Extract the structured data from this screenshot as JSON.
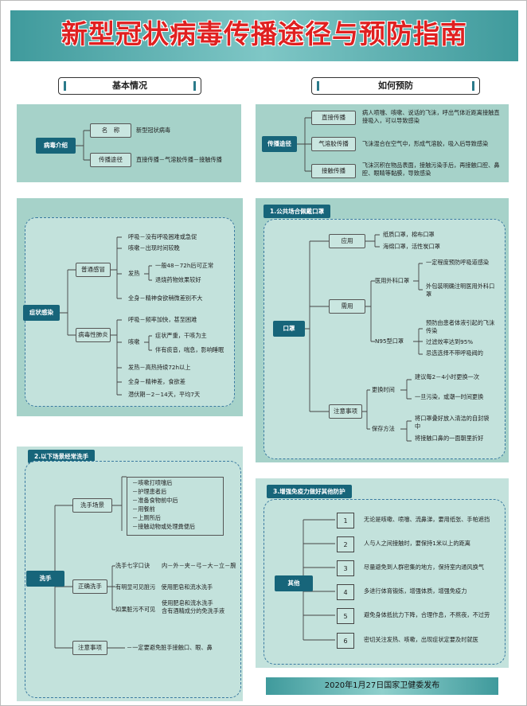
{
  "title": "新型冠状病毒传播途径与预防指南",
  "headings": {
    "basic": "基本情况",
    "prevent": "如何预防"
  },
  "virus_intro": {
    "root": "病毒介绍",
    "name_label": "名　称",
    "name_value": "新型冠状病毒",
    "route_label": "传播途径",
    "route_value": "直接传播－气溶胶传播－接触传播"
  },
  "routes": {
    "root": "传播途径",
    "direct": "直接传播",
    "direct_desc": "病人喷嚏、咳嗽、说话的飞沫，呼出气体近距离接触直接吸入，可以导致感染",
    "aerosol": "气溶胶传播",
    "aerosol_desc": "飞沫混合在空气中，形成气溶胶，吸入后导致感染",
    "contact": "接触传播",
    "contact_desc": "飞沫沉积在物品表面，接触污染手后，再接触口腔、鼻腔、眼睛等黏膜，导致感染"
  },
  "symptoms": {
    "root": "症状感染",
    "common": "普通感冒",
    "common_items": [
      "呼吸－没有呼吸困难或急促",
      "咳嗽－出现时间较晚",
      "发热",
      "全身－精神食欲稍微差别不大"
    ],
    "common_fever": [
      "一般48－72h后可正常",
      "退烧药物效果较好"
    ],
    "viral": "病毒性肺炎",
    "viral_items": [
      "呼吸－频率加快，甚至困难",
      "咳嗽",
      "发热－高热持续72h以上",
      "全身－精神差，食欲差",
      "潜伏期－2－14天，平均7天"
    ],
    "viral_cough": [
      "症状严重，干咳为主",
      "伴有痰音，喘息，影响睡眠"
    ]
  },
  "mask": {
    "tag": "1.公共场合佩戴口罩",
    "root": "口罩",
    "use": "应用",
    "use_items": [
      "纸质口罩，棉布口罩",
      "海绵口罩，活性炭口罩"
    ],
    "need": "需用",
    "medical": "医用外科口罩",
    "medical_items": [
      "一定程度预防呼吸道感染",
      "外包装明确注明医用外科口罩"
    ],
    "n95": "N95型口罩",
    "n95_items": [
      "预防由患者体液引起的飞沫传染",
      "过滤效率达到95%",
      "忌选选择不带呼吸阀的"
    ],
    "notes": "注意事项",
    "replace": "更换时间",
    "replace_items": [
      "建议每2－4小时更换一次",
      "一旦污染，或潮一时间更换"
    ],
    "storage": "保存方法",
    "storage_items": [
      "将口罩叠好放入清洁的自封袋中",
      "将接触口鼻的一面朝里折好"
    ]
  },
  "wash": {
    "tag": "2.以下场景经常洗手",
    "root": "洗手",
    "scenes_label": "洗手场景",
    "scenes": [
      "－咳嗽打喷嚏后",
      "－护理患者后",
      "－准备食物前中后",
      "－用餐前",
      "－上厕所后",
      "－接触动物或处理粪便后"
    ],
    "method": "正确洗手",
    "method_items": [
      "洗手七字口诀",
      "内－外－夹－弓－大－立－腕",
      "有明显可见脏污　使用肥皂和流水洗手",
      "如果脏污不可见",
      "使用肥皂和流水洗手",
      "含有酒精成分的免洗手液"
    ],
    "notes": "注意事项",
    "notes_value": "－一定要避免脏手接触口、眼、鼻"
  },
  "other": {
    "tag": "3.增强免疫力做好其他防护",
    "root": "其他",
    "numbers": [
      "1",
      "2",
      "3",
      "4",
      "5",
      "6"
    ],
    "items": [
      "无论是咳嗽、喷嚏、流鼻涕，要用纸张、手帕遮挡",
      "人与人之间接触时，要保持1米以上的距离",
      "尽量避免到人群密集的地方，保持室内通风换气",
      "多进行体育锻炼，增强体质，增强免疫力",
      "避免身体抵抗力下降，合理作息，不熬夜，不过劳",
      "密切关注发热、咳嗽，出现症状定要及时就医"
    ]
  },
  "footer": "2020年1月27日国家卫健委发布"
}
